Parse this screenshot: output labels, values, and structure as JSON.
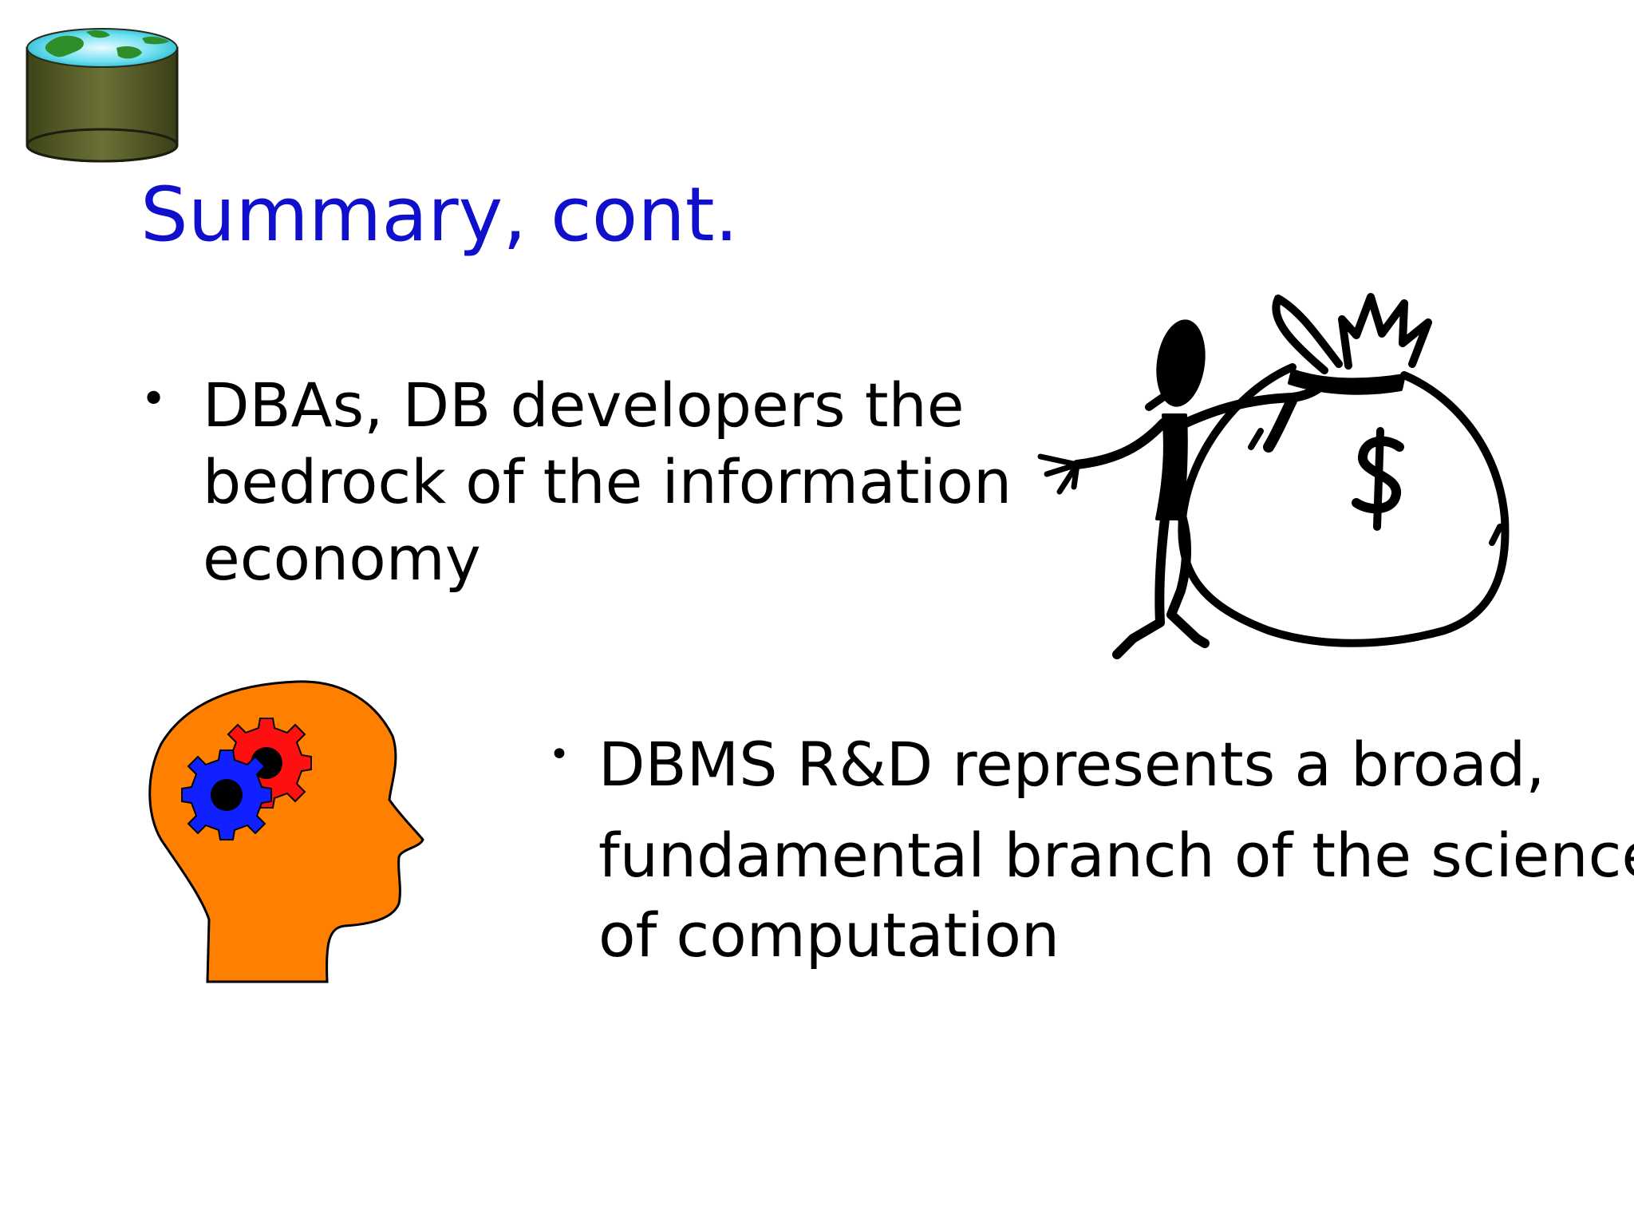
{
  "slide": {
    "title": "Summary, cont.",
    "bullets": [
      {
        "marker": "•",
        "lines": [
          "DBAs, DB developers the",
          "bedrock of the information",
          "economy"
        ]
      },
      {
        "marker": "•",
        "lines": [
          "DBMS R&D represents a broad,",
          "fundamental branch of the science",
          "of computation"
        ]
      }
    ]
  },
  "graphics": {
    "logo": "database-cylinder-globe-icon",
    "clipart_1": "man-with-money-bag-icon",
    "clipart_2": "head-with-gears-icon"
  },
  "colors": {
    "title": "#0f0fcc",
    "text": "#000000",
    "head_fill": "#ff8000",
    "gear_red": "#ff1010",
    "gear_blue": "#1020ff",
    "cylinder": "#59602c"
  }
}
